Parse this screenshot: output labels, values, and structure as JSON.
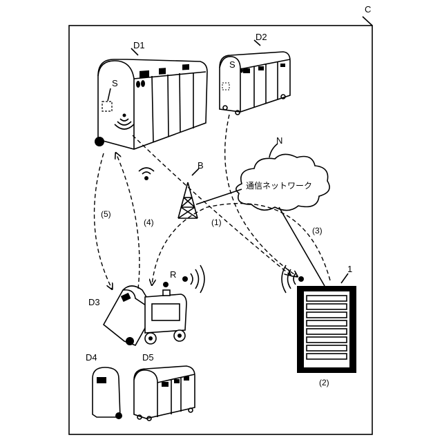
{
  "labels": {
    "system": "C",
    "bin1": "D1",
    "bin2": "D2",
    "bin3": "D3",
    "bin4": "D4",
    "bin5": "D5",
    "sensor1": "S",
    "sensor2": "S",
    "base_station": "B",
    "network_ref": "N",
    "network": "通信ネットワーク",
    "robot": "R",
    "server_ref": "1",
    "step1": "(1)",
    "step2": "(2)",
    "step3": "(3)",
    "step4": "(4)",
    "step5": "(5)"
  }
}
